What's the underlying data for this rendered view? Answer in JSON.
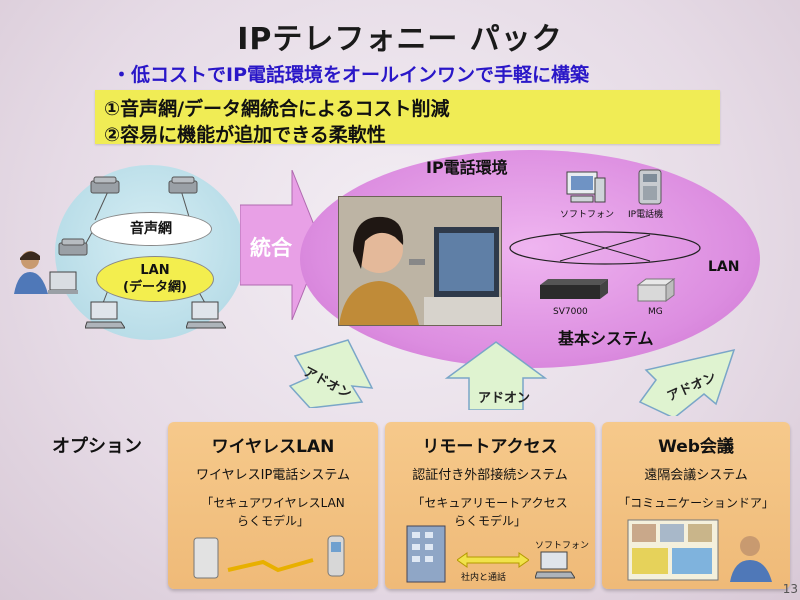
{
  "title": "IPテレフォニー パック",
  "subtitle": "・低コストでIP電話環境をオールインワンで手軽に構築",
  "points": [
    "①音声網/データ網統合によるコスト削減",
    "②容易に機能が追加できる柔軟性"
  ],
  "left_network": {
    "voice": "音声網",
    "lan_line1": "LAN",
    "lan_line2": "(データ網)"
  },
  "integrate": "統合",
  "ip_env": {
    "title": "IP電話環境",
    "softphone": "ソフトフォン",
    "ip_phone": "IP電話機",
    "lan": "LAN",
    "sv7000": "SV7000",
    "mg": "MG",
    "base_system": "基本システム"
  },
  "addon": [
    "アドオン",
    "アドオン",
    "アドオン"
  ],
  "option_label": "オプション",
  "options": [
    {
      "title": "ワイヤレスLAN",
      "sub": "ワイヤレスIP電話システム",
      "model_line1": "「セキュアワイヤレスLAN",
      "model_line2": "らくモデル」"
    },
    {
      "title": "リモートアクセス",
      "sub": "認証付き外部接続システム",
      "model_line1": "「セキュアリモートアクセス",
      "model_line2": "らくモデル」",
      "softphone": "ソフトフォン",
      "call": "社内と通話"
    },
    {
      "title": "Web会議",
      "sub": "遠隔会議システム",
      "model_line1": "「コミュニケーションドア」"
    }
  ],
  "page_number": "13",
  "colors": {
    "subtitle": "#2a17c8",
    "highlight": "#f0ec55",
    "ip_oval": "#dc8de0",
    "arrow": "#e8a0e6",
    "addon_arrow": "#dff3d0",
    "option_box": "#f3c283"
  }
}
